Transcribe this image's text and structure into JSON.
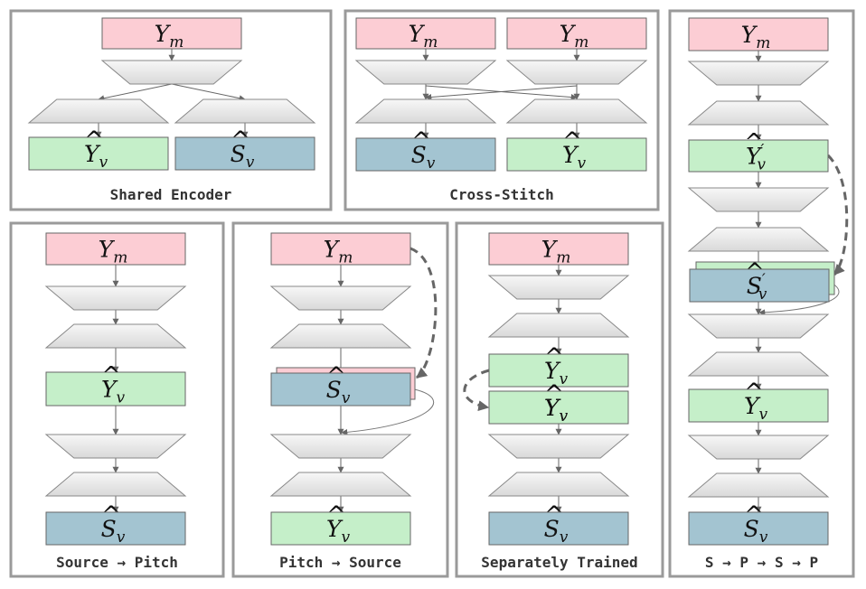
{
  "colors": {
    "input_box": "#fccdd4",
    "pitch_box": "#c5efc9",
    "source_box": "#a3c4d1",
    "panel_border": "#9a9a9a",
    "caption_text": "#333333"
  },
  "symbols": {
    "Y": "Y",
    "S": "S",
    "m": "m",
    "v": "v",
    "hat": "^",
    "prime": "′"
  },
  "panels": {
    "shared_encoder": {
      "caption": "Shared Encoder"
    },
    "cross_stitch": {
      "caption": "Cross-Stitch"
    },
    "source_pitch": {
      "caption": "Source → Pitch"
    },
    "pitch_source": {
      "caption": "Pitch → Source"
    },
    "separately_trained": {
      "caption": "Separately Trained"
    },
    "spsp": {
      "caption": "S → P → S → P"
    }
  }
}
